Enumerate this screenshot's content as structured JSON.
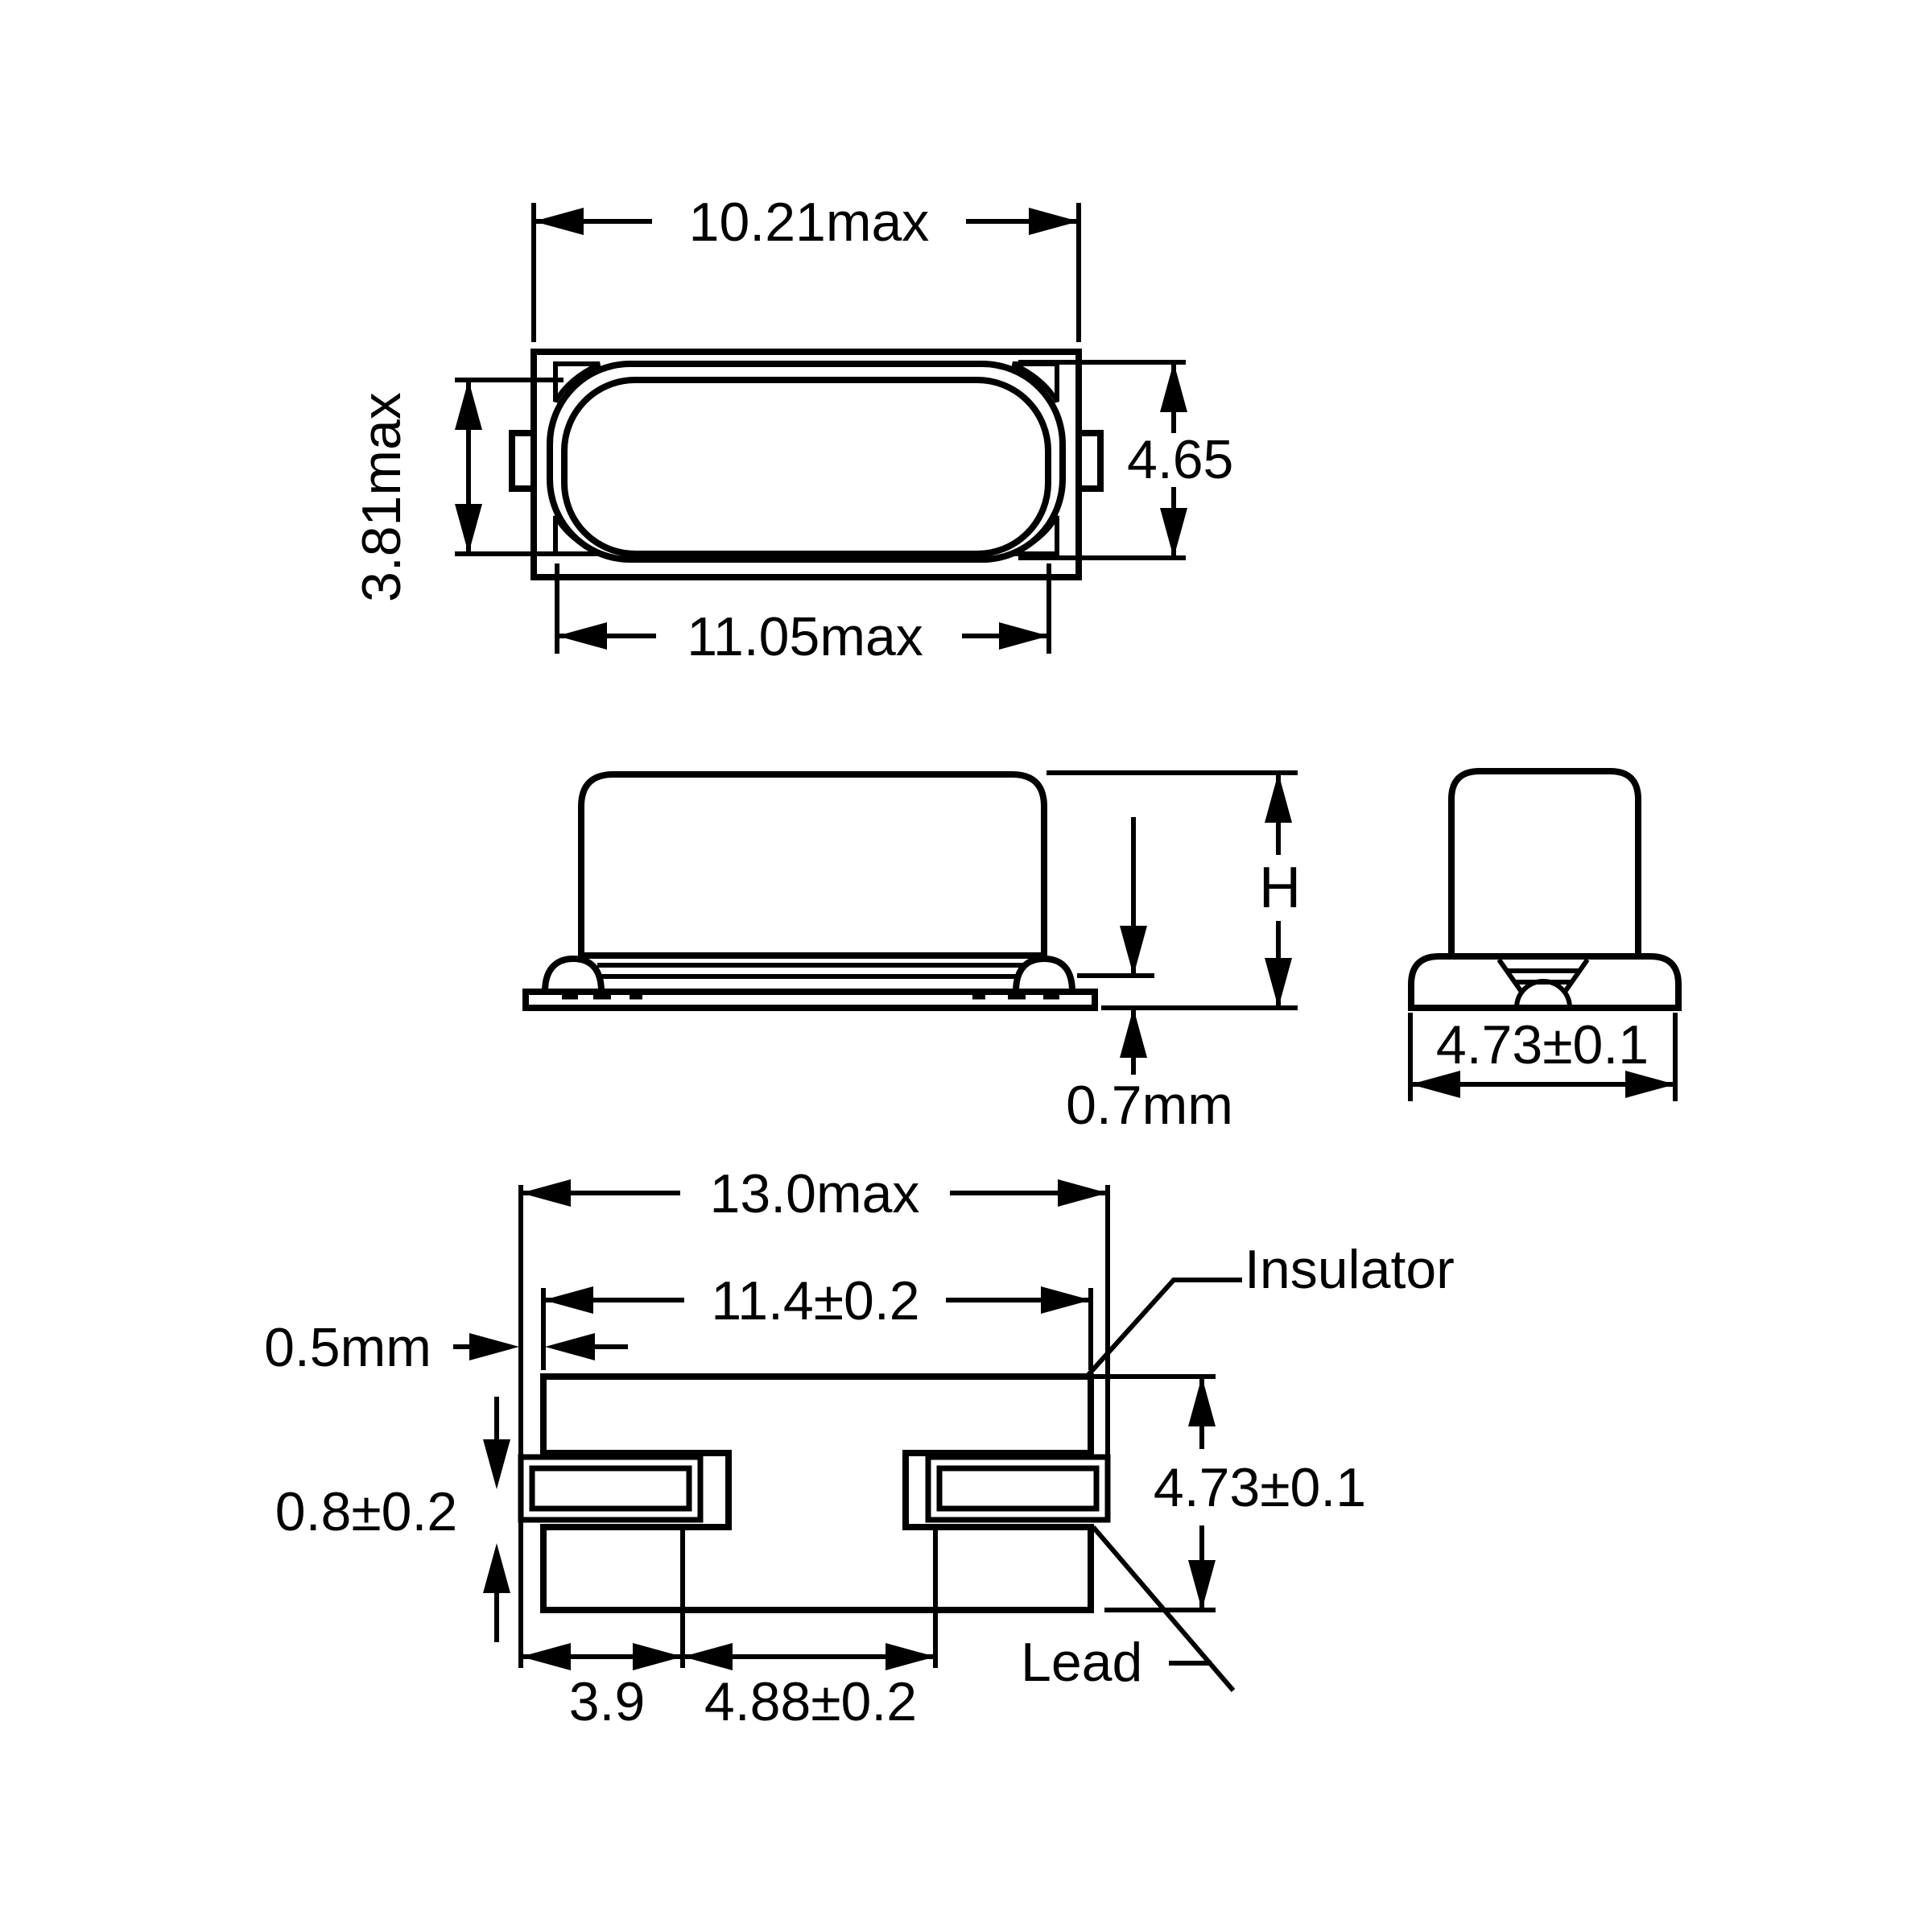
{
  "colors": {
    "ink": "#000000",
    "background": "#ffffff"
  },
  "top_view": {
    "width_top": "10.21max",
    "width_bottom": "11.05max",
    "height_right": "4.65",
    "height_left": "3.81max"
  },
  "side_view": {
    "height": "H",
    "base_thickness": "0.7mm"
  },
  "end_view": {
    "width": "4.73±0.1"
  },
  "bottom_view": {
    "overall_length": "13.0max",
    "insulator_length": "11.4±0.2",
    "lead_protrusion": "0.5mm",
    "lead_thickness": "0.8±0.2",
    "insulator_width": "4.73±0.1",
    "lead_length": "3.9",
    "lead_gap": "4.88±0.2",
    "insulator_label": "Insulator",
    "lead_label": "Lead"
  }
}
